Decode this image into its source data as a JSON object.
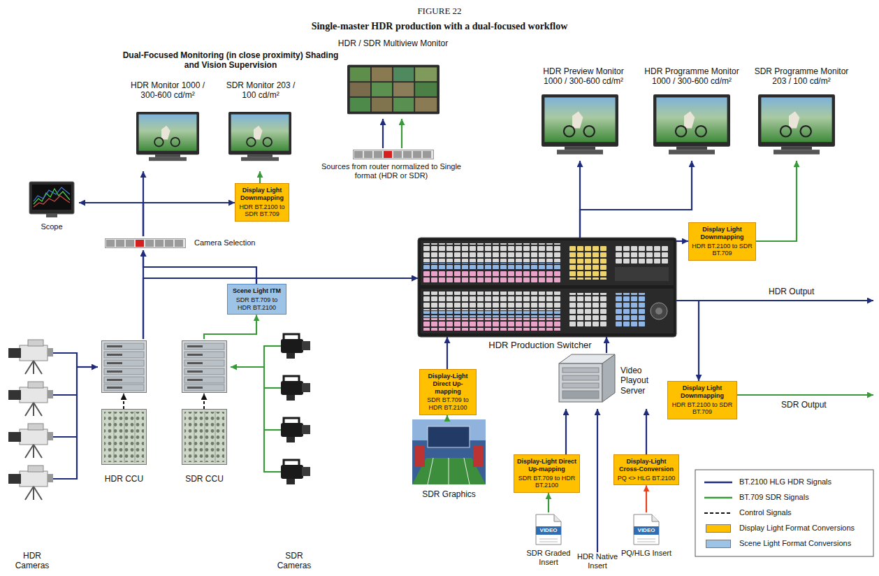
{
  "diagram": {
    "title": "FIGURE 22",
    "caption": "Single-master HDR production with a dual-focused workflow",
    "nodes": [
      {
        "text": [
          "HDR Monitor 1000 / 300-600 cd/m²"
        ]
      },
      {
        "text": [
          "SDR Monitor 203 / 100 cd/m²"
        ]
      },
      {
        "text": [
          "HDR / SDR Multiview Monitor"
        ]
      },
      {
        "text": [
          "HDR Preview Monitor 1000 / 300-600 cd/m²"
        ]
      },
      {
        "text": [
          "HDR Programme Monitor 1000 / 300-600 cd/m²"
        ]
      },
      {
        "text": [
          "SDR Programme Monitor 203 / 100 cd/m²"
        ]
      },
      {
        "text": [
          "Scope"
        ]
      },
      {
        "text": [
          "Display Light Downmapping",
          "HDR BT.2100 to SDR BT.709"
        ]
      },
      {
        "text": [
          "Camera Selection"
        ]
      },
      {
        "text": [
          "Sources from router normalized to Single format (HDR or SDR)"
        ]
      },
      {
        "text": [
          "HDR Production Switcher"
        ]
      },
      {
        "text": [
          "Display Light Downmapping",
          "HDR BT.2100 to SDR BT.709"
        ]
      },
      {
        "text": [
          "Scene Light ITM",
          "SDR BT.709 to HDR BT.2100"
        ]
      },
      {
        "text": [
          "Display Light Downmapping",
          "HDR BT.2100 to SDR BT.709"
        ]
      },
      {
        "text": [
          "Display-Light Direct Up-mapping",
          "SDR BT.709 to HDR BT.2100"
        ]
      },
      {
        "text": [
          "Video Playout Server"
        ]
      },
      {
        "text": [
          "HDR CCU"
        ]
      },
      {
        "text": [
          "SDR CCU"
        ]
      },
      {
        "text": [
          "Display-Light Direct Up-mapping",
          "SDR BT.709 to HDR BT.2100"
        ]
      },
      {
        "text": [
          "Display-Light Cross-Conversion",
          "PQ <> HLG BT.2100"
        ]
      },
      {
        "text": [
          "SDR Graphics"
        ]
      },
      {
        "text": [
          "HDR Cameras"
        ]
      },
      {
        "text": [
          "SDR Cameras"
        ]
      },
      {
        "text": [
          "VIDEO",
          "SDR Graded Insert"
        ]
      },
      {
        "text": [
          "HDR Native Insert"
        ]
      },
      {
        "text": [
          "VIDEO",
          "PQ/HLG Insert"
        ]
      }
    ],
    "edges": [
      {
        "from": 21,
        "to": 16,
        "arrow": "to"
      },
      {
        "from": 22,
        "to": 17,
        "arrow": "to"
      },
      {
        "from": 17,
        "to": 12,
        "arrow": "to"
      },
      {
        "from": 16,
        "to": 8,
        "arrow": "to"
      },
      {
        "from": 16,
        "to": 10,
        "arrow": "to"
      },
      {
        "from": 12,
        "to": 8,
        "arrow": "to"
      },
      {
        "from": 12,
        "to": 10,
        "arrow": "to"
      },
      {
        "from": 8,
        "to": 0,
        "arrow": "to"
      },
      {
        "from": 8,
        "to": 6,
        "arrow": "to"
      },
      {
        "from": 8,
        "to": 7,
        "arrow": "to"
      },
      {
        "from": 7,
        "to": 1,
        "arrow": "to"
      },
      {
        "from": 9,
        "to": 2,
        "arrow": "to"
      },
      {
        "from": 9,
        "to": 2,
        "arrow": "to"
      },
      {
        "from": 10,
        "to": 3,
        "arrow": "to"
      },
      {
        "from": 10,
        "to": 4,
        "arrow": "to"
      },
      {
        "from": 10,
        "to": 11,
        "arrow": "to"
      },
      {
        "from": 11,
        "to": 5,
        "arrow": "to"
      },
      {
        "from": 10,
        "to": 13,
        "arrow": "to"
      },
      {
        "from": 20,
        "to": 14,
        "arrow": "to"
      },
      {
        "from": 14,
        "to": 10,
        "arrow": "to"
      },
      {
        "from": 15,
        "to": 10,
        "arrow": "to"
      },
      {
        "from": 23,
        "to": 18,
        "arrow": "to"
      },
      {
        "from": 18,
        "to": 15,
        "arrow": "to"
      },
      {
        "from": 24,
        "to": 15,
        "arrow": "to"
      },
      {
        "from": 25,
        "to": 19,
        "arrow": "to"
      },
      {
        "from": 19,
        "to": 15,
        "arrow": "to"
      }
    ],
    "labels": [
      "Dual-Focused Monitoring (in close proximity) Shading and Vision Supervision",
      "HDR Output",
      "SDR Output"
    ],
    "legend": [
      {
        "text": "BT.2100 HLG HDR Signals"
      },
      {
        "text": "BT.709 SDR Signals"
      },
      {
        "text": "Control Signals"
      },
      {
        "text": "Display Light Format Conversions",
        "color": "#ffc000"
      },
      {
        "text": "Scene Light Format Conversions",
        "color": "#9dc3e6"
      }
    ]
  }
}
